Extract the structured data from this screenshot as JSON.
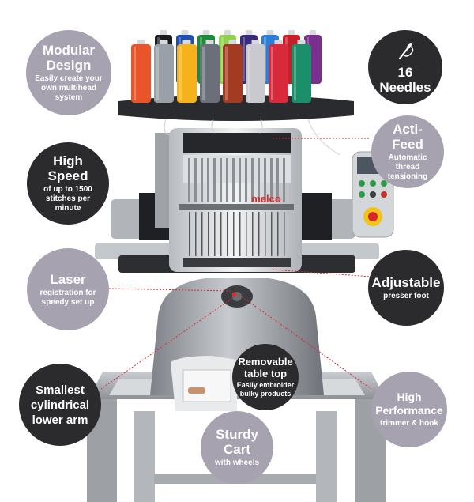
{
  "features": {
    "modular": {
      "title": "Modular Design",
      "subtitle": "Easily create your own multihead system"
    },
    "needles": {
      "icon": "needle-thread-icon",
      "title": "16 Needles"
    },
    "high_speed": {
      "title": "High Speed",
      "subtitle": "of up to 1500 stitches per minute"
    },
    "acti_feed": {
      "title": "Acti-Feed",
      "subtitle": "Automatic thread tensioning"
    },
    "laser": {
      "title": "Laser",
      "subtitle": "registration for speedy set up"
    },
    "adjustable": {
      "title": "Adjustable",
      "subtitle": "presser foot"
    },
    "removable": {
      "title": "Removable table top",
      "subtitle": "Easily embroider bulky products"
    },
    "smallest": {
      "title": "Smallest cylindrical lower arm"
    },
    "high_performance": {
      "title": "High Performance",
      "subtitle": "trimmer & hook"
    },
    "cart": {
      "title": "Sturdy Cart",
      "subtitle": "with wheels"
    }
  },
  "brand": {
    "logo_text": "melco"
  },
  "colors": {
    "badge_grey": "#a6a2b0",
    "badge_dark": "#2b2b2e",
    "callout_line": "#d9262c",
    "thread_colors": [
      "#1b1b1f",
      "#1e4fb5",
      "#1f8a3b",
      "#8fd14f",
      "#3a2a7a",
      "#2b7fd8",
      "#c81e2a",
      "#7a2e8e",
      "#e8552a",
      "#9aa0a8",
      "#f5b21a",
      "#6b6f7a",
      "#a33a22",
      "#c9c9cf",
      "#d92a3c",
      "#1a8f6a"
    ]
  }
}
